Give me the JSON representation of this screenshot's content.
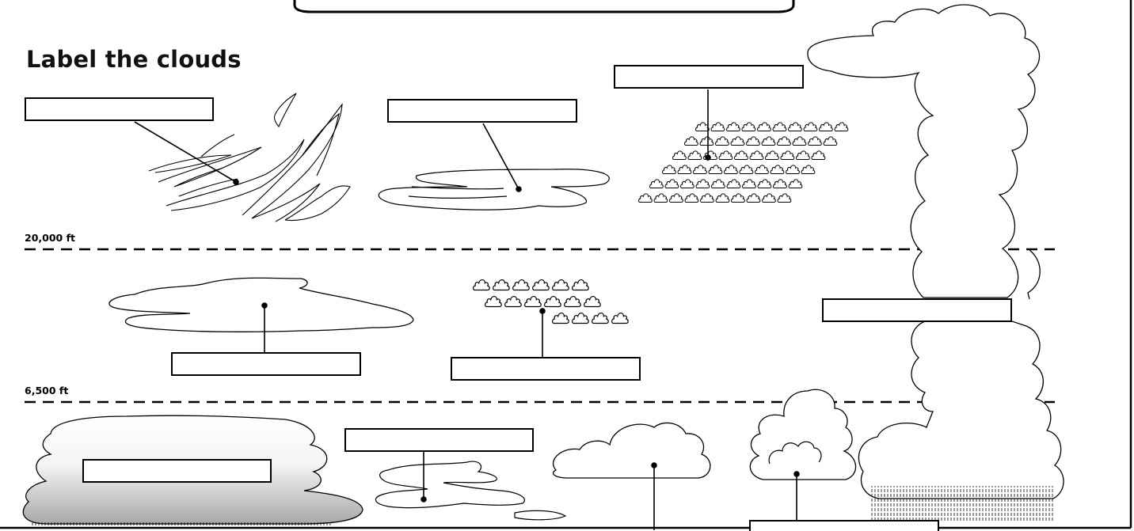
{
  "worksheet": {
    "title": "Label the clouds",
    "altitudes": {
      "high_boundary": "20,000 ft",
      "low_boundary": "6,500 ft"
    },
    "answer_boxes": [
      {
        "id": "cirrus-label-box",
        "value": ""
      },
      {
        "id": "cirrostratus-label-box",
        "value": ""
      },
      {
        "id": "cirrocumulus-label-box",
        "value": ""
      },
      {
        "id": "altostratus-label-box",
        "value": ""
      },
      {
        "id": "altocumulus-label-box",
        "value": ""
      },
      {
        "id": "cumulonimbus-label-box",
        "value": ""
      },
      {
        "id": "nimbostratus-label-box",
        "value": ""
      },
      {
        "id": "stratus-label-box",
        "value": ""
      },
      {
        "id": "stratocumulus-label-box",
        "value": ""
      },
      {
        "id": "cumulus-label-box",
        "value": ""
      }
    ]
  },
  "colors": {
    "ink": "#000000",
    "nimbostratus_gradient_top": "#ffffff",
    "nimbostratus_gradient_bottom": "#a9a9a9"
  }
}
